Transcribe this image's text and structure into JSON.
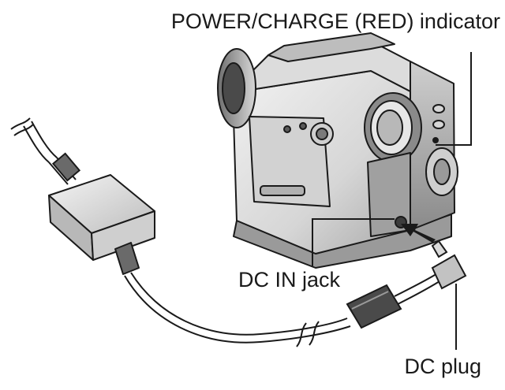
{
  "labels": {
    "power_indicator": "POWER/CHARGE (RED) indicator",
    "dc_in_jack": "DC IN jack",
    "dc_plug": "DC plug"
  },
  "parts": {
    "camcorder": "camcorder-illustration",
    "ac_adapter": "ac-adapter-illustration",
    "power_cord": "power-cord-illustration",
    "dc_cable": "dc-cable-illustration",
    "ferrite_core": "ferrite-core-illustration",
    "insertion_arrow": "insert-arrow-icon"
  },
  "colors": {
    "line": "#1a1a1a",
    "body_light": "#e8e8e8",
    "body_mid": "#c9c9c9",
    "body_dark": "#8f8f8f"
  }
}
